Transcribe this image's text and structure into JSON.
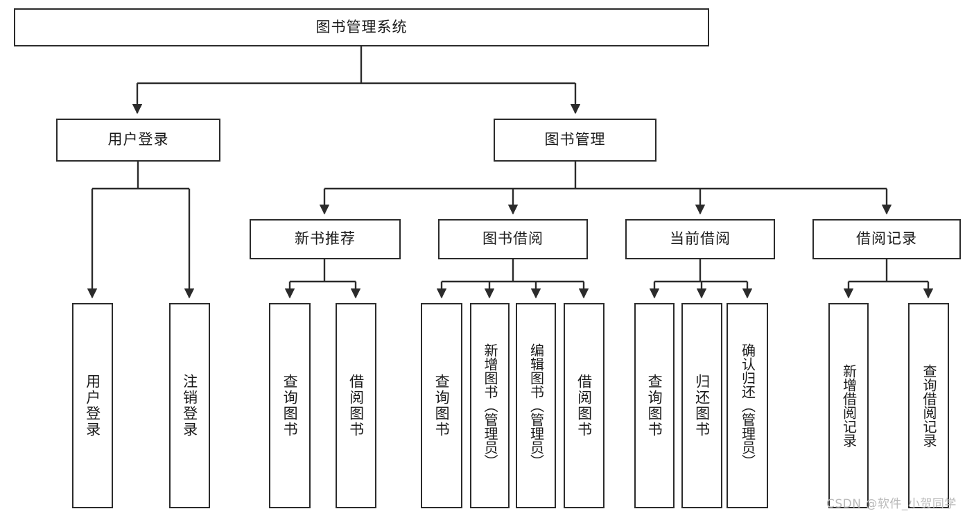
{
  "diagram": {
    "type": "tree",
    "title": "图书管理系统",
    "orientation": "top-down",
    "watermark": "CSDN @软件_小贺同学",
    "levels": {
      "root": {
        "label": "图书管理系统"
      },
      "level2": [
        {
          "label": "用户登录"
        },
        {
          "label": "图书管理"
        }
      ],
      "level3": [
        {
          "label": "新书推荐"
        },
        {
          "label": "图书借阅"
        },
        {
          "label": "当前借阅"
        },
        {
          "label": "借阅记录"
        }
      ],
      "leaves": {
        "user_login": [
          {
            "label": "用户登录"
          },
          {
            "label": "注销登录"
          }
        ],
        "new_book_recommend": [
          {
            "label": "查询图书"
          },
          {
            "label": "借阅图书"
          }
        ],
        "book_borrow": [
          {
            "label": "查询图书"
          },
          {
            "label": "新增图书（管理员）"
          },
          {
            "label": "编辑图书（管理员）"
          },
          {
            "label": "借阅图书"
          }
        ],
        "current_borrow": [
          {
            "label": "查询图书"
          },
          {
            "label": "归还图书"
          },
          {
            "label": "确认归还（管理员）"
          }
        ],
        "borrow_record": [
          {
            "label": "新增借阅记录"
          },
          {
            "label": "查询借阅记录"
          }
        ]
      }
    },
    "colors": {
      "stroke": "#2b2b2b",
      "fill": "#ffffff",
      "text": "#1a1a1a",
      "watermark": "#b9b9b9"
    }
  }
}
